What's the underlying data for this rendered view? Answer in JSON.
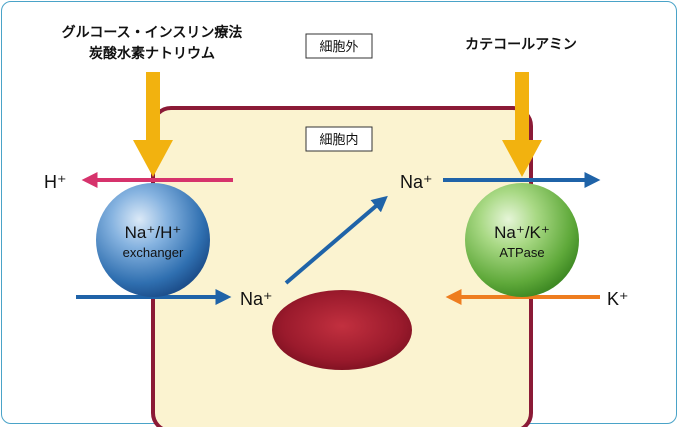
{
  "labels": {
    "outside": "細胞外",
    "inside": "細胞内",
    "left_treatment_line1": "グルコース・インスリン療法",
    "left_treatment_line2": "炭酸水素ナトリウム",
    "right_treatment": "カテコールアミン"
  },
  "ions": {
    "h_plus": "H⁺",
    "na_plus_inner": "Na⁺",
    "na_plus_top": "Na⁺",
    "k_plus": "K⁺"
  },
  "transporters": {
    "left_line1": "Na⁺/H⁺",
    "left_line2": "exchanger",
    "right_line1": "Na⁺/K⁺",
    "right_line2": "ATPase"
  },
  "colors": {
    "cell_fill": "#fbf3d0",
    "cell_border": "#8b1a36",
    "nucleus": "#a01c30",
    "treatment_arrow": "#f2b20f",
    "na_arrow": "#1f63a8",
    "h_arrow": "#d6336c",
    "k_arrow": "#ee7d1f",
    "left_sphere": "#2f76b8",
    "right_sphere": "#6fb847",
    "frame": "#4aa3c8"
  }
}
